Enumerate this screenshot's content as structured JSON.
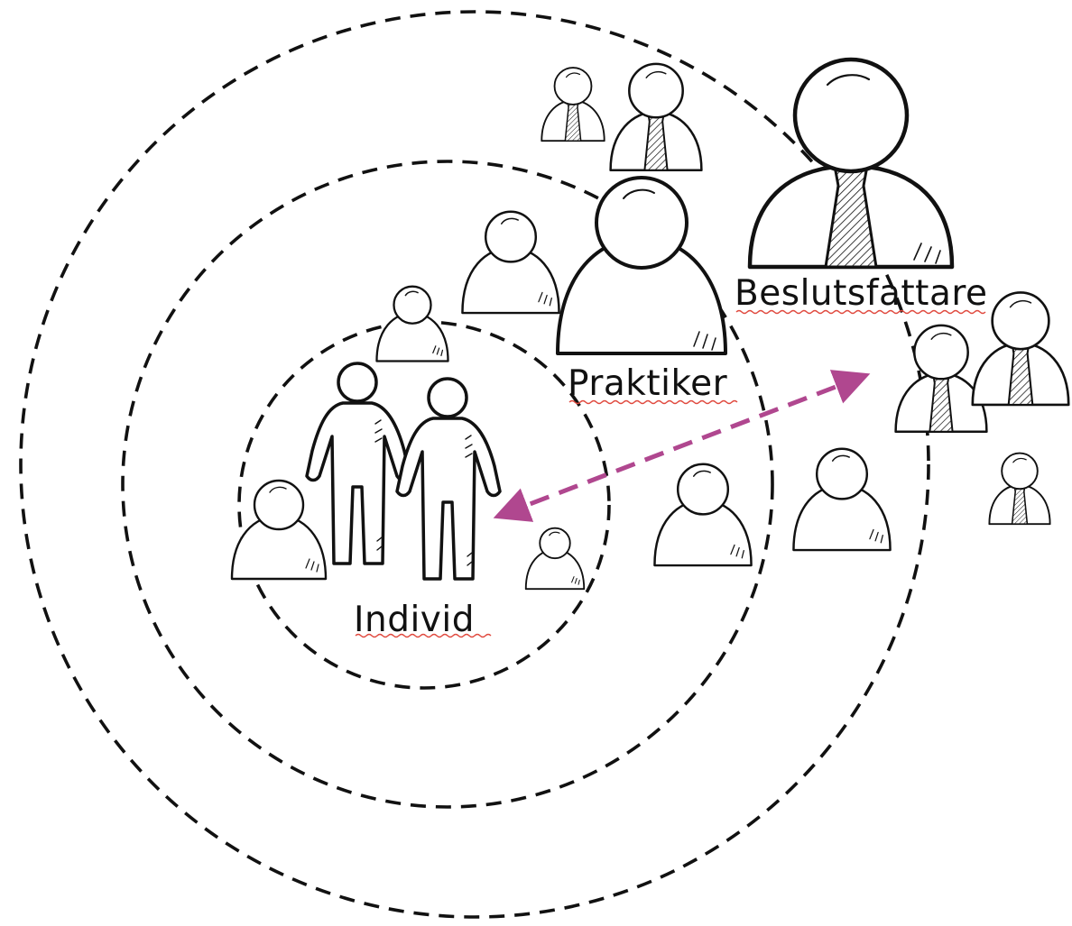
{
  "diagram": {
    "labels": {
      "individual": "Individ",
      "practitioner": "Praktiker",
      "decision_maker": "Beslutsfattare"
    },
    "colors": {
      "ink": "#111111",
      "arrow": "#b0478f",
      "spellcheck_underline": "#e0493e",
      "background": "#ffffff"
    },
    "arrow": {
      "style": "dashed",
      "direction": "bidirectional",
      "connects": [
        "Individ",
        "Beslutsfattare"
      ]
    }
  }
}
